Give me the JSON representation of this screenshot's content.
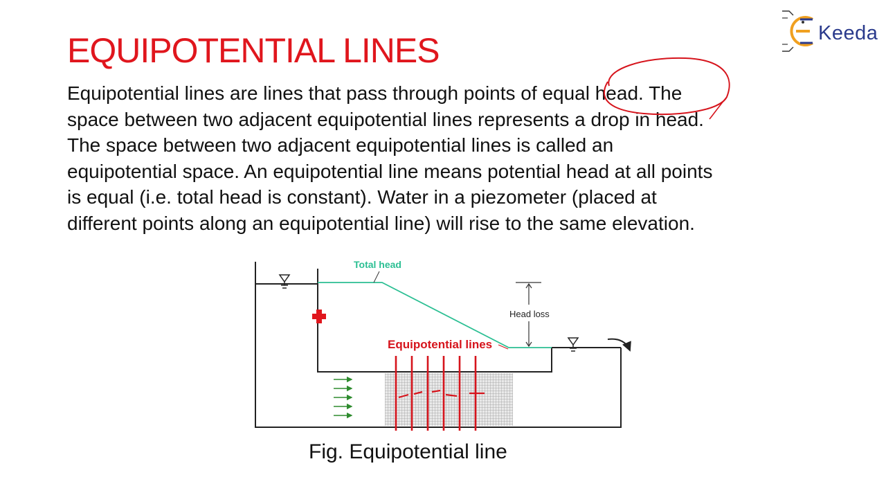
{
  "slide": {
    "title": "EQUIPOTENTIAL LINES",
    "body_lines": [
      "Equipotential lines are lines that pass through points of equal head. The",
      "space between two adjacent equipotential lines represents a drop in head.",
      "The space between two adjacent equipotential lines is called an",
      "equipotential space. An equipotential line means potential head at all points",
      "is equal (i.e. total head is constant). Water in a piezometer (placed at",
      "different points along an equipotential line) will rise to the same elevation."
    ],
    "logo_text": "Keeda",
    "logo_letter": "E"
  },
  "figure": {
    "label_total_head": "Total head",
    "label_head_loss": "Head loss",
    "label_equipotential": "Equipotential lines",
    "caption": "Fig. Equipotential line"
  },
  "colors": {
    "title": "#e0161d",
    "total_head_line": "#2bbf93",
    "equipotential": "#d6141c",
    "flow_arrows": "#2e8b2e",
    "logo": "#2a3a8c",
    "logo_accent": "#f0a020"
  }
}
